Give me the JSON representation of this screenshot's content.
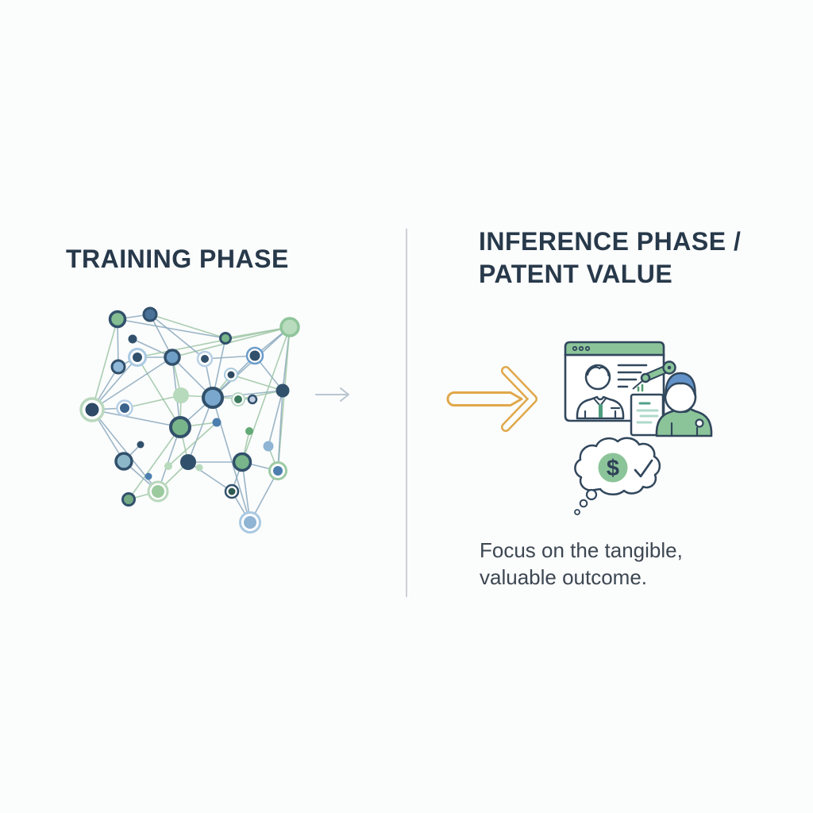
{
  "left": {
    "title": "TRAINING PHASE"
  },
  "right": {
    "title_line1": "INFERENCE PHASE /",
    "title_line2": "PATENT VALUE",
    "caption_line1": "Focus on the tangible,",
    "caption_line2": "valuable outcome.",
    "dollar_sign": "$"
  },
  "colors": {
    "background": "#fbfcfc",
    "title_text": "#27394a",
    "caption_text": "#3d4752",
    "outline_navy": "#31475c",
    "accent_green": "#8cc49a",
    "accent_teal": "#53a08b",
    "accent_amber": "#e0a84a",
    "hair_blue": "#6292c8",
    "divider_gray": "#ccd1d6",
    "edge_blue": "#8ba9be",
    "edge_green": "#9dc5a5"
  },
  "icons": [
    "neural-network-graphic",
    "faint-arrow-icon",
    "transition-arrow-icon",
    "browser-window-icon",
    "person-avatar-icon",
    "text-lines-icon",
    "mini-bars-icon",
    "robot-arm-icon",
    "document-card-icon",
    "person-icon",
    "thought-bubble-icon",
    "dollar-icon",
    "checkmark-icon"
  ],
  "network": {
    "nodes": [
      [
        148,
        402,
        9.5,
        "#84bd92",
        "#31506b",
        3.5
      ],
      [
        189,
        396,
        8,
        "#4a7198",
        "#31506b",
        3
      ],
      [
        167,
        427,
        5.5,
        "#31506b",
        "",
        0
      ],
      [
        173,
        450,
        6,
        "#31506b",
        "",
        0,
        "#a9c9e2",
        10.5,
        3
      ],
      [
        149,
        462,
        8,
        "#8fb8d9",
        "#31506b",
        3
      ],
      [
        217,
        450,
        9,
        "#6f9ec6",
        "#31506b",
        3.5
      ],
      [
        258,
        452,
        5,
        "#31506b",
        "",
        0,
        "#b7d0e6",
        9,
        2.5
      ],
      [
        284,
        426,
        6.5,
        "#79b58a",
        "#31506b",
        3
      ],
      [
        321,
        448,
        6.5,
        "#31506b",
        "",
        0,
        "#6b9ccb",
        10,
        2.5
      ],
      [
        365,
        412,
        11,
        "#b9dcbe",
        "#8fc59a",
        3.5
      ],
      [
        291,
        472,
        4.5,
        "#2f4a63",
        "",
        0,
        "#a8cbdc",
        8,
        2
      ],
      [
        268,
        501,
        12,
        "#7aa7cd",
        "#31506b",
        4
      ],
      [
        300,
        503,
        5,
        "#3c7a5d",
        "",
        0,
        "#bcd9c7",
        8,
        2
      ],
      [
        318,
        503,
        5,
        "#c3cfe4",
        "#31506b",
        2.5
      ],
      [
        356,
        492,
        8.5,
        "#31506b",
        "",
        0
      ],
      [
        228,
        498,
        10,
        "#b7dabd",
        "",
        0
      ],
      [
        116,
        516,
        8.5,
        "#2e4a66",
        "",
        0,
        "#b9d8bd",
        14,
        3.5
      ],
      [
        157,
        514,
        6,
        "#3b638c",
        "",
        0,
        "#b7d0e6",
        9.5,
        2.5
      ],
      [
        227,
        538,
        12,
        "#79b58a",
        "#31506b",
        4
      ],
      [
        273,
        532,
        5.5,
        "#4c7fae",
        "",
        0
      ],
      [
        314,
        543,
        5,
        "#63aa77",
        "",
        0
      ],
      [
        338,
        562,
        6.5,
        "#8fb4d4",
        "",
        0
      ],
      [
        177,
        560,
        4.5,
        "#31506b",
        "",
        0
      ],
      [
        156,
        581,
        10,
        "#8cb7c9",
        "#31506b",
        3.5
      ],
      [
        212,
        587,
        5,
        "#b7dabd",
        "",
        0
      ],
      [
        237,
        582,
        10,
        "#31506b",
        "",
        0
      ],
      [
        251,
        589,
        4.5,
        "#b7dabd",
        "",
        0
      ],
      [
        305,
        582,
        10.5,
        "#79b58a",
        "#31506b",
        3.5
      ],
      [
        350,
        593,
        6,
        "#4c7fae",
        "",
        0,
        "#9ccaa4",
        10.5,
        3
      ],
      [
        187,
        600,
        4.5,
        "#4c7fae",
        "",
        0
      ],
      [
        199,
        619,
        8,
        "#9cca9f",
        "",
        0,
        "#b9d8bd",
        12,
        3
      ],
      [
        292,
        619,
        4.5,
        "#2f5a52",
        "",
        0,
        "#31506b",
        8,
        2.5
      ],
      [
        162,
        629,
        7.5,
        "#74ab85",
        "#31506b",
        3
      ],
      [
        315,
        658,
        8,
        "#8fb4d4",
        "",
        0,
        "#a9c9e2",
        12.5,
        3
      ]
    ],
    "edges": [
      [
        0,
        1,
        "b"
      ],
      [
        0,
        4,
        "b"
      ],
      [
        0,
        16,
        "g"
      ],
      [
        0,
        7,
        "b"
      ],
      [
        1,
        5,
        "b"
      ],
      [
        1,
        7,
        "g"
      ],
      [
        2,
        5,
        "b"
      ],
      [
        3,
        4,
        "b"
      ],
      [
        3,
        5,
        "b"
      ],
      [
        3,
        9,
        "g"
      ],
      [
        3,
        16,
        "b"
      ],
      [
        3,
        18,
        "g"
      ],
      [
        4,
        16,
        "b"
      ],
      [
        5,
        9,
        "g"
      ],
      [
        5,
        11,
        "b"
      ],
      [
        5,
        15,
        "g"
      ],
      [
        5,
        16,
        "b"
      ],
      [
        5,
        18,
        "b"
      ],
      [
        6,
        1,
        "b"
      ],
      [
        6,
        8,
        "b"
      ],
      [
        6,
        11,
        "b"
      ],
      [
        7,
        9,
        "g"
      ],
      [
        7,
        11,
        "b"
      ],
      [
        8,
        9,
        "b"
      ],
      [
        8,
        11,
        "b"
      ],
      [
        8,
        14,
        "b"
      ],
      [
        9,
        11,
        "b"
      ],
      [
        9,
        14,
        "b"
      ],
      [
        9,
        27,
        "g"
      ],
      [
        9,
        28,
        "g"
      ],
      [
        10,
        11,
        "g"
      ],
      [
        10,
        14,
        "g"
      ],
      [
        11,
        14,
        "b"
      ],
      [
        11,
        18,
        "b"
      ],
      [
        11,
        25,
        "b"
      ],
      [
        11,
        33,
        "b"
      ],
      [
        12,
        14,
        "g"
      ],
      [
        13,
        15,
        "g"
      ],
      [
        14,
        21,
        "b"
      ],
      [
        14,
        28,
        "b"
      ],
      [
        15,
        17,
        "g"
      ],
      [
        15,
        18,
        "g"
      ],
      [
        16,
        17,
        "b"
      ],
      [
        16,
        18,
        "b"
      ],
      [
        16,
        23,
        "b"
      ],
      [
        16,
        30,
        "b"
      ],
      [
        18,
        19,
        "g"
      ],
      [
        18,
        25,
        "g"
      ],
      [
        18,
        30,
        "b"
      ],
      [
        18,
        32,
        "g"
      ],
      [
        19,
        24,
        "g"
      ],
      [
        20,
        27,
        "g"
      ],
      [
        21,
        28,
        "g"
      ],
      [
        22,
        23,
        "b"
      ],
      [
        23,
        30,
        "b"
      ],
      [
        25,
        27,
        "b"
      ],
      [
        25,
        30,
        "g"
      ],
      [
        25,
        31,
        "b"
      ],
      [
        27,
        28,
        "b"
      ],
      [
        27,
        31,
        "b"
      ],
      [
        27,
        33,
        "b"
      ],
      [
        28,
        33,
        "b"
      ],
      [
        30,
        32,
        "g"
      ],
      [
        31,
        33,
        "b"
      ]
    ]
  }
}
